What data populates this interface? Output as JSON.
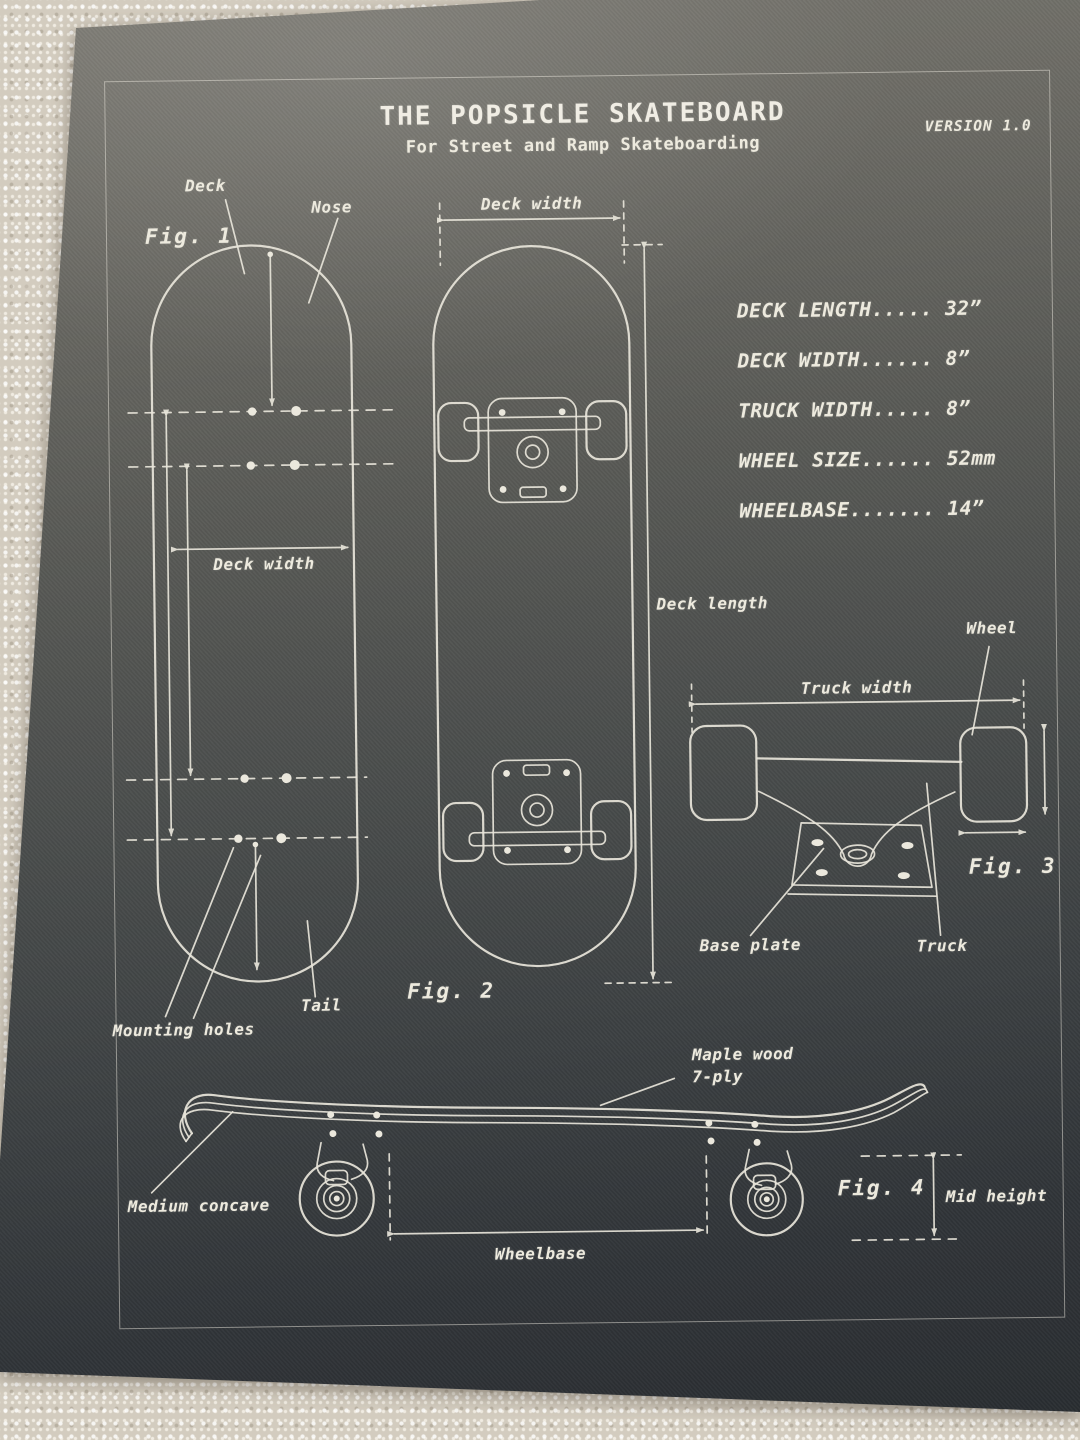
{
  "poster": {
    "title": "THE POPSICLE SKATEBOARD",
    "subtitle": "For Street and Ramp Skateboarding",
    "version": "VERSION 1.0",
    "specs": [
      {
        "text": "DECK LENGTH..... 32”"
      },
      {
        "text": "DECK WIDTH...... 8”"
      },
      {
        "text": "TRUCK WIDTH..... 8”"
      },
      {
        "text": "WHEEL SIZE...... 52mm"
      },
      {
        "text": "WHEELBASE....... 14”"
      }
    ],
    "fig1": {
      "caption": "Fig. 1",
      "deck": "Deck",
      "nose": "Nose",
      "deck_width": "Deck width",
      "tail": "Tail",
      "mounting_holes": "Mounting holes"
    },
    "fig2": {
      "caption": "Fig. 2",
      "deck_width": "Deck width",
      "deck_length": "Deck length"
    },
    "fig3": {
      "caption": "Fig. 3",
      "wheel": "Wheel",
      "truck_width": "Truck width",
      "base_plate": "Base plate",
      "truck": "Truck"
    },
    "fig4": {
      "caption": "Fig. 4",
      "maple_wood": "Maple wood",
      "ply": "7-ply",
      "medium_concave": "Medium concave",
      "wheelbase": "Wheelbase",
      "mid_height": "Mid height"
    },
    "colors": {
      "chalk_line": "#e8e5da",
      "poster_dark": "#2b2e31",
      "carpet": "#d3ccbf"
    }
  }
}
